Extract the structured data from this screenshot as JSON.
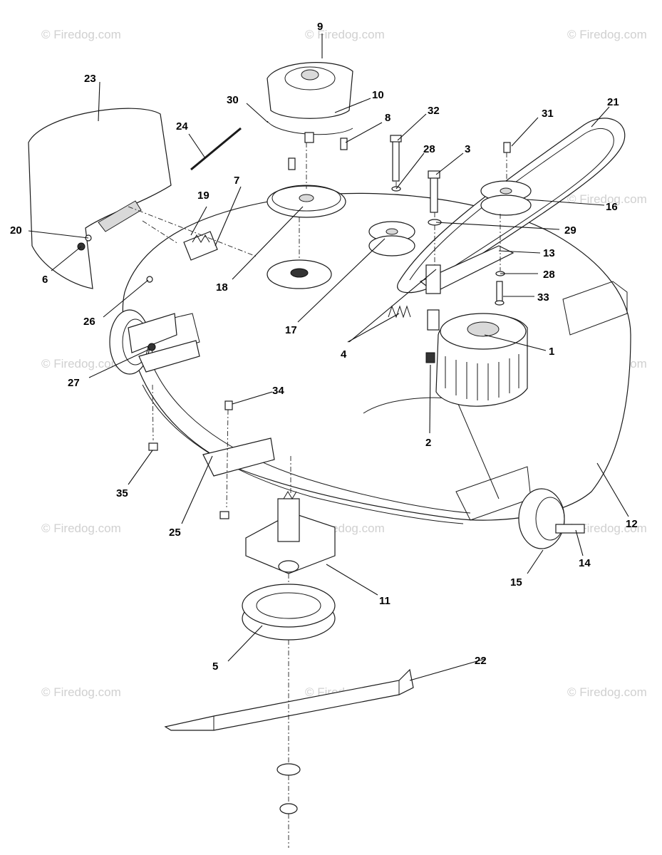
{
  "watermark": "© Firedog.com",
  "callouts": [
    {
      "id": "c1",
      "text": "1"
    },
    {
      "id": "c2",
      "text": "2"
    },
    {
      "id": "c3",
      "text": "3"
    },
    {
      "id": "c4",
      "text": "4"
    },
    {
      "id": "c5",
      "text": "5"
    },
    {
      "id": "c6",
      "text": "6"
    },
    {
      "id": "c7",
      "text": "7"
    },
    {
      "id": "c8",
      "text": "8"
    },
    {
      "id": "c9",
      "text": "9"
    },
    {
      "id": "c10",
      "text": "10"
    },
    {
      "id": "c11",
      "text": "11"
    },
    {
      "id": "c12",
      "text": "12"
    },
    {
      "id": "c13",
      "text": "13"
    },
    {
      "id": "c14",
      "text": "14"
    },
    {
      "id": "c15",
      "text": "15"
    },
    {
      "id": "c16",
      "text": "16"
    },
    {
      "id": "c17",
      "text": "17"
    },
    {
      "id": "c18",
      "text": "18"
    },
    {
      "id": "c19",
      "text": "19"
    },
    {
      "id": "c20",
      "text": "20"
    },
    {
      "id": "c21",
      "text": "21"
    },
    {
      "id": "c22",
      "text": "22"
    },
    {
      "id": "c23",
      "text": "23"
    },
    {
      "id": "c24",
      "text": "24"
    },
    {
      "id": "c25",
      "text": "25"
    },
    {
      "id": "c26",
      "text": "26"
    },
    {
      "id": "c27",
      "text": "27"
    },
    {
      "id": "c28a",
      "text": "28"
    },
    {
      "id": "c28b",
      "text": "28"
    },
    {
      "id": "c29",
      "text": "29"
    },
    {
      "id": "c30",
      "text": "30"
    },
    {
      "id": "c31",
      "text": "31"
    },
    {
      "id": "c32",
      "text": "32"
    },
    {
      "id": "c33",
      "text": "33"
    },
    {
      "id": "c34",
      "text": "34"
    },
    {
      "id": "c35",
      "text": "35"
    }
  ]
}
